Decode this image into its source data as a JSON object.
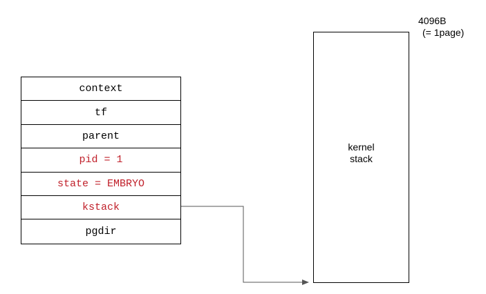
{
  "proc_struct": {
    "fields": [
      {
        "label": "context",
        "highlighted": false
      },
      {
        "label": "tf",
        "highlighted": false
      },
      {
        "label": "parent",
        "highlighted": false
      },
      {
        "label": "pid = 1",
        "highlighted": true
      },
      {
        "label": "state = EMBRYO",
        "highlighted": true
      },
      {
        "label": "kstack",
        "highlighted": true
      },
      {
        "label": "pgdir",
        "highlighted": false
      }
    ]
  },
  "kernel_stack": {
    "label_line1": "kernel",
    "label_line2": "stack",
    "size_line1": "4096B",
    "size_line2": "(= 1page)"
  },
  "colors": {
    "highlight": "#c0202a",
    "line": "#000000",
    "arrow": "#555555"
  }
}
